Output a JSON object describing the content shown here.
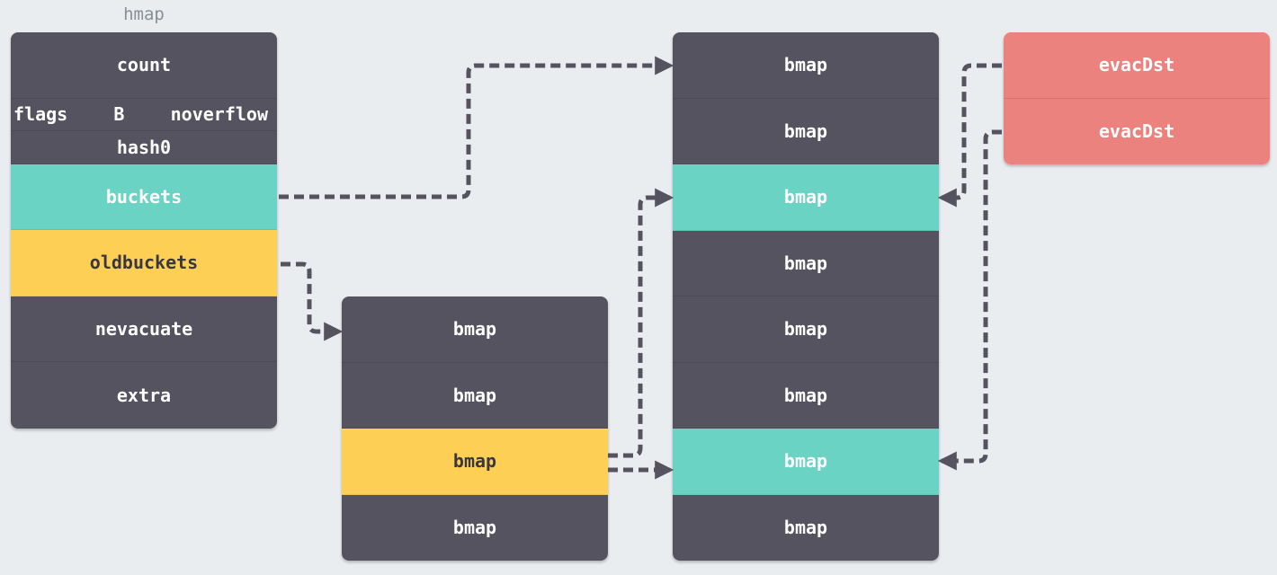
{
  "hmap": {
    "title": "hmap",
    "fields": {
      "count": "count",
      "flags": "flags",
      "b": "B",
      "noverflow": "noverflow",
      "hash0": "hash0",
      "buckets": "buckets",
      "oldbuckets": "oldbuckets",
      "nevacuate": "nevacuate",
      "extra": "extra"
    }
  },
  "old_buckets": [
    "bmap",
    "bmap",
    "bmap",
    "bmap"
  ],
  "new_buckets": [
    "bmap",
    "bmap",
    "bmap",
    "bmap",
    "bmap",
    "bmap",
    "bmap",
    "bmap"
  ],
  "evac_dst": [
    "evacDst",
    "evacDst"
  ],
  "colors": {
    "background": "#eaedf0",
    "cell": "#565360",
    "teal": "#6ad3c3",
    "yellow": "#fdd055",
    "red": "#ec827e",
    "arrow": "#565360"
  }
}
